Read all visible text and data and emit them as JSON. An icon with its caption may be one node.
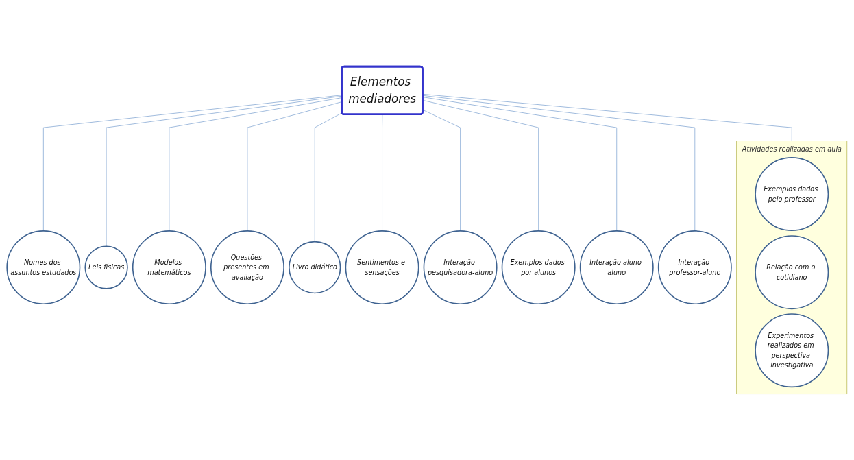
{
  "diagram": {
    "nodes": [
      {
        "text": [
          "Elementos mediadores"
        ]
      },
      {
        "text": [
          "Nomes dos assuntos estudados"
        ]
      },
      {
        "text": [
          "Leis físicas"
        ]
      },
      {
        "text": [
          "Modelos matemáticos"
        ]
      },
      {
        "text": [
          "Questões presentes em avaliação"
        ]
      },
      {
        "text": [
          "Livro didático"
        ]
      },
      {
        "text": [
          "Sentimentos e sensações"
        ]
      },
      {
        "text": [
          "Interação pesquisadora-aluno"
        ]
      },
      {
        "text": [
          "Exemplos dados por alunos"
        ]
      },
      {
        "text": [
          "Interação aluno-aluno"
        ]
      },
      {
        "text": [
          "Interação professor-aluno"
        ]
      },
      {
        "text": [
          "Atividades realizadas em aula"
        ]
      },
      {
        "text": [
          "Exemplos dados pelo professor"
        ],
        "in": 11
      },
      {
        "text": [
          "Relação com o cotidiano"
        ],
        "in": 11
      },
      {
        "text": [
          "Experimentos realizados em perspectiva investigativa"
        ],
        "in": 11
      }
    ],
    "edges": [
      {
        "from": 0,
        "to": 1,
        "arrow": "none"
      },
      {
        "from": 0,
        "to": 2,
        "arrow": "none"
      },
      {
        "from": 0,
        "to": 3,
        "arrow": "none"
      },
      {
        "from": 0,
        "to": 4,
        "arrow": "none"
      },
      {
        "from": 0,
        "to": 5,
        "arrow": "none"
      },
      {
        "from": 0,
        "to": 6,
        "arrow": "none"
      },
      {
        "from": 0,
        "to": 7,
        "arrow": "none"
      },
      {
        "from": 0,
        "to": 8,
        "arrow": "none"
      },
      {
        "from": 0,
        "to": 9,
        "arrow": "none"
      },
      {
        "from": 0,
        "to": 10,
        "arrow": "none"
      },
      {
        "from": 0,
        "to": 11,
        "arrow": "none"
      }
    ]
  }
}
